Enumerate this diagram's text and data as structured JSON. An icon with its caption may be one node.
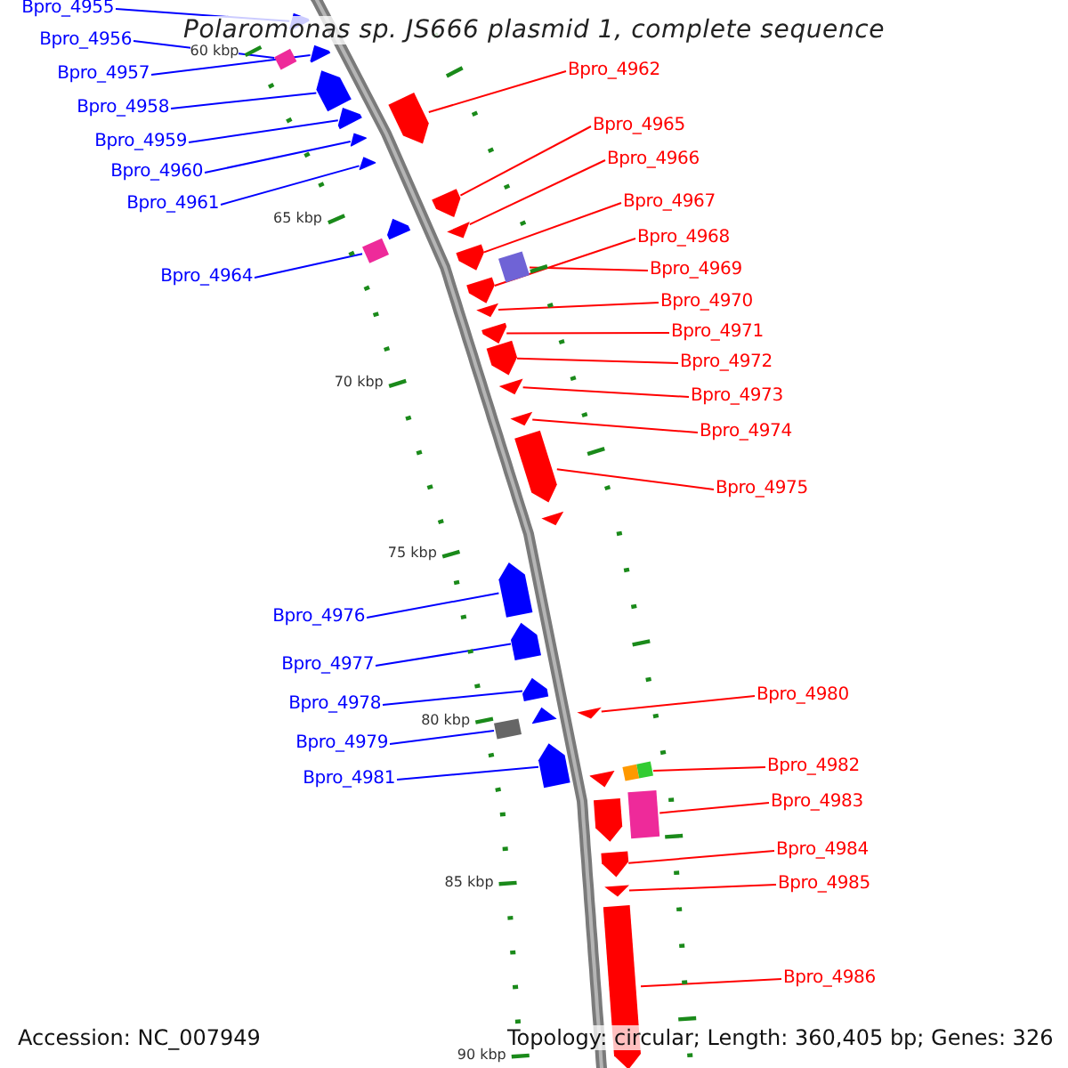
{
  "diagram": {
    "title": "Polaromonas sp. JS666 plasmid 1, complete sequence",
    "nodes": [
      {
        "text": [
          "Bpro_4955"
        ]
      },
      {
        "text": [],
        "shape": "bar"
      },
      {
        "text": [
          "Bpro_4956"
        ]
      },
      {
        "text": [],
        "shape": "bar"
      },
      {
        "text": [
          "Bpro_4957"
        ]
      },
      {
        "text": [],
        "shape": "bar"
      },
      {
        "text": [
          "Bpro_4958"
        ]
      },
      {
        "text": [],
        "shape": "bar"
      },
      {
        "text": [
          "Bpro_4959"
        ]
      },
      {
        "text": [],
        "shape": "bar"
      },
      {
        "text": [
          "Bpro_4960"
        ]
      },
      {
        "text": [],
        "shape": "bar"
      },
      {
        "text": [
          "Bpro_4961"
        ]
      },
      {
        "text": [],
        "shape": "bar"
      },
      {
        "text": [
          "Bpro_4964"
        ]
      },
      {
        "text": [],
        "shape": "bar"
      },
      {
        "text": [
          "Bpro_4962"
        ]
      },
      {
        "text": [],
        "shape": "bar"
      },
      {
        "text": [
          "Bpro_4965"
        ]
      },
      {
        "text": [],
        "shape": "bar"
      },
      {
        "text": [
          "Bpro_4966"
        ]
      },
      {
        "text": [],
        "shape": "bar"
      },
      {
        "text": [
          "Bpro_4967"
        ]
      },
      {
        "text": [],
        "shape": "bar"
      },
      {
        "text": [
          "Bpro_4968"
        ]
      },
      {
        "text": [],
        "shape": "bar"
      },
      {
        "text": [
          "Bpro_4969"
        ]
      },
      {
        "text": [],
        "shape": "bar"
      },
      {
        "text": [
          "Bpro_4970"
        ]
      },
      {
        "text": [],
        "shape": "bar"
      },
      {
        "text": [
          "Bpro_4971"
        ]
      },
      {
        "text": [],
        "shape": "bar"
      },
      {
        "text": [
          "Bpro_4972"
        ]
      },
      {
        "text": [],
        "shape": "bar"
      },
      {
        "text": [
          "Bpro_4973"
        ]
      },
      {
        "text": [],
        "shape": "bar"
      },
      {
        "text": [
          "Bpro_4974"
        ]
      },
      {
        "text": [],
        "shape": "bar"
      },
      {
        "text": [
          "Bpro_4975"
        ]
      },
      {
        "text": [],
        "shape": "bar"
      },
      {
        "text": [
          "Bpro_4976"
        ]
      },
      {
        "text": [],
        "shape": "bar"
      },
      {
        "text": [
          "Bpro_4977"
        ]
      },
      {
        "text": [],
        "shape": "bar"
      },
      {
        "text": [
          "Bpro_4978"
        ]
      },
      {
        "text": [],
        "shape": "bar"
      },
      {
        "text": [
          "Bpro_4979"
        ]
      },
      {
        "text": [],
        "shape": "bar"
      },
      {
        "text": [
          "Bpro_4981"
        ]
      },
      {
        "text": [],
        "shape": "bar"
      },
      {
        "text": [
          "Bpro_4980"
        ]
      },
      {
        "text": [],
        "shape": "bar"
      },
      {
        "text": [
          "Bpro_4982"
        ]
      },
      {
        "text": [],
        "shape": "bar"
      },
      {
        "text": [
          "Bpro_4983"
        ]
      },
      {
        "text": [],
        "shape": "bar"
      },
      {
        "text": [
          "Bpro_4984"
        ]
      },
      {
        "text": [],
        "shape": "bar"
      },
      {
        "text": [
          "Bpro_4985"
        ]
      },
      {
        "text": [],
        "shape": "bar"
      },
      {
        "text": [
          "Bpro_4986"
        ]
      },
      {
        "text": [],
        "shape": "bar"
      },
      {
        "text": [],
        "shape": "bar"
      },
      {
        "text": [],
        "shape": "bar"
      },
      {
        "text": [],
        "shape": "bar"
      },
      {
        "text": [],
        "shape": "bar"
      },
      {
        "text": [],
        "shape": "bar"
      }
    ],
    "edges": [
      {
        "from": 0,
        "to": 1,
        "arrow": "none",
        "color": "#0000ff"
      },
      {
        "from": 2,
        "to": 3,
        "arrow": "none",
        "color": "#0000ff"
      },
      {
        "from": 4,
        "to": 5,
        "arrow": "none",
        "color": "#0000ff"
      },
      {
        "from": 6,
        "to": 7,
        "arrow": "none",
        "color": "#0000ff"
      },
      {
        "from": 8,
        "to": 9,
        "arrow": "none",
        "color": "#0000ff"
      },
      {
        "from": 10,
        "to": 11,
        "arrow": "none",
        "color": "#0000ff"
      },
      {
        "from": 12,
        "to": 13,
        "arrow": "none",
        "color": "#0000ff"
      },
      {
        "from": 14,
        "to": 15,
        "arrow": "none",
        "color": "#0000ff"
      },
      {
        "from": 16,
        "to": 17,
        "arrow": "none"
      },
      {
        "from": 18,
        "to": 19,
        "arrow": "none"
      },
      {
        "from": 20,
        "to": 21,
        "arrow": "none"
      },
      {
        "from": 22,
        "to": 23,
        "arrow": "none"
      },
      {
        "from": 24,
        "to": 25,
        "arrow": "none"
      },
      {
        "from": 26,
        "to": 27,
        "arrow": "none"
      },
      {
        "from": 28,
        "to": 29,
        "arrow": "none"
      },
      {
        "from": 30,
        "to": 31,
        "arrow": "none"
      },
      {
        "from": 32,
        "to": 33,
        "arrow": "none"
      },
      {
        "from": 34,
        "to": 35,
        "arrow": "none"
      },
      {
        "from": 36,
        "to": 37,
        "arrow": "none"
      },
      {
        "from": 38,
        "to": 39,
        "arrow": "none"
      },
      {
        "from": 40,
        "to": 41,
        "arrow": "none",
        "color": "#0000ff"
      },
      {
        "from": 42,
        "to": 43,
        "arrow": "none",
        "color": "#0000ff"
      },
      {
        "from": 44,
        "to": 45,
        "arrow": "none",
        "color": "#0000ff"
      },
      {
        "from": 46,
        "to": 47,
        "arrow": "none",
        "color": "#0000ff"
      },
      {
        "from": 48,
        "to": 49,
        "arrow": "none",
        "color": "#0000ff"
      },
      {
        "from": 50,
        "to": 51,
        "arrow": "none"
      },
      {
        "from": 52,
        "to": 53,
        "arrow": "none"
      },
      {
        "from": 54,
        "to": 55,
        "arrow": "none"
      },
      {
        "from": 56,
        "to": 57,
        "arrow": "none"
      },
      {
        "from": 58,
        "to": 59,
        "arrow": "none"
      },
      {
        "from": 60,
        "to": 61,
        "arrow": "none"
      }
    ],
    "labels": [
      "60 kbp",
      "65 kbp",
      "70 kbp",
      "75 kbp",
      "80 kbp",
      "85 kbp",
      "90 kbp",
      "Accession: NC_007949",
      "Topology: circular; Length: 360,405 bp; Genes: 326"
    ]
  }
}
